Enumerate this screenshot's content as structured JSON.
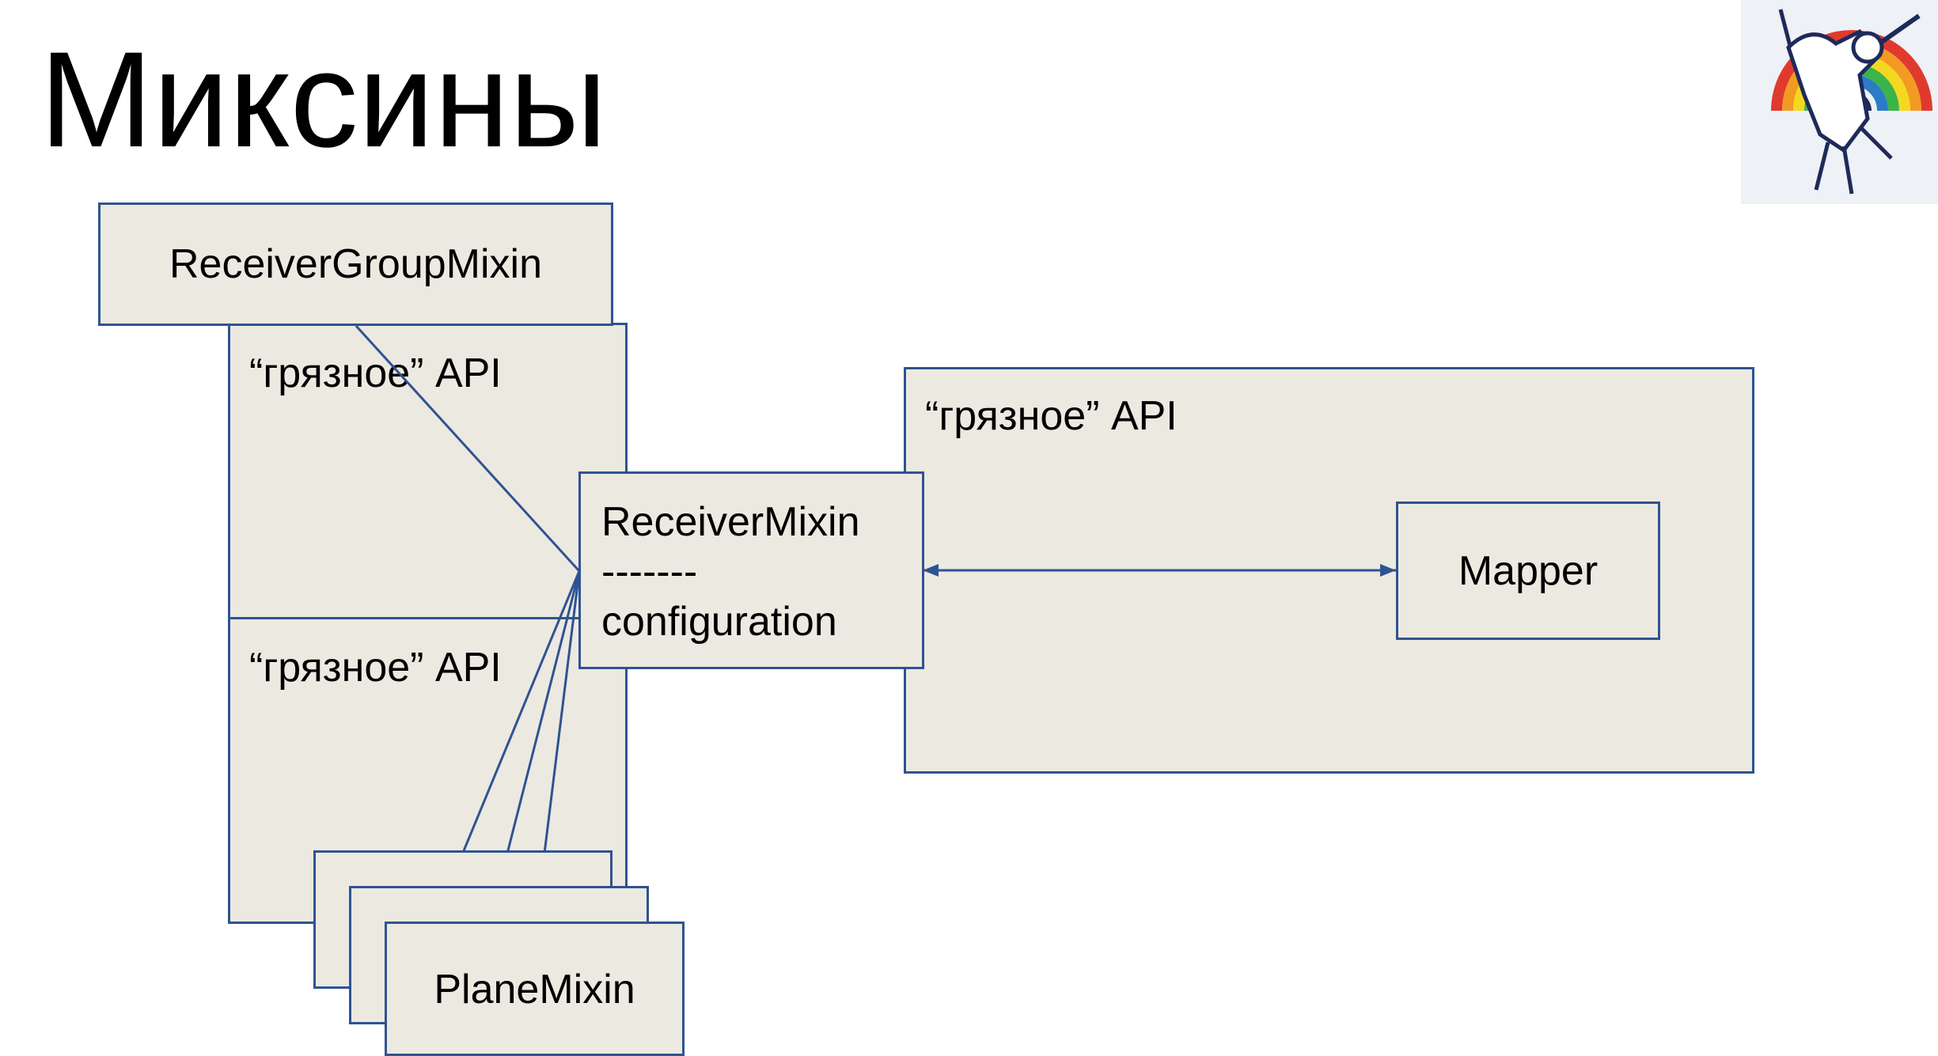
{
  "slide": {
    "title": "Миксины"
  },
  "logo": {
    "icon": "unicorn-astronaut-rainbow-logo"
  },
  "diagram": {
    "receiver_group_mixin": "ReceiverGroupMixin",
    "dirty_api_upper": "“грязное” API",
    "dirty_api_lower": "“грязное” API",
    "dirty_api_right": "“грязное” API",
    "receiver_mixin": {
      "name": "ReceiverMixin",
      "separator": "-------",
      "section": "configuration"
    },
    "mapper": "Mapper",
    "plane_mixin": "PlaneMixin"
  },
  "colors": {
    "box_fill": "#ece9e1",
    "box_border": "#2f5391",
    "connector": "#2f5391"
  }
}
